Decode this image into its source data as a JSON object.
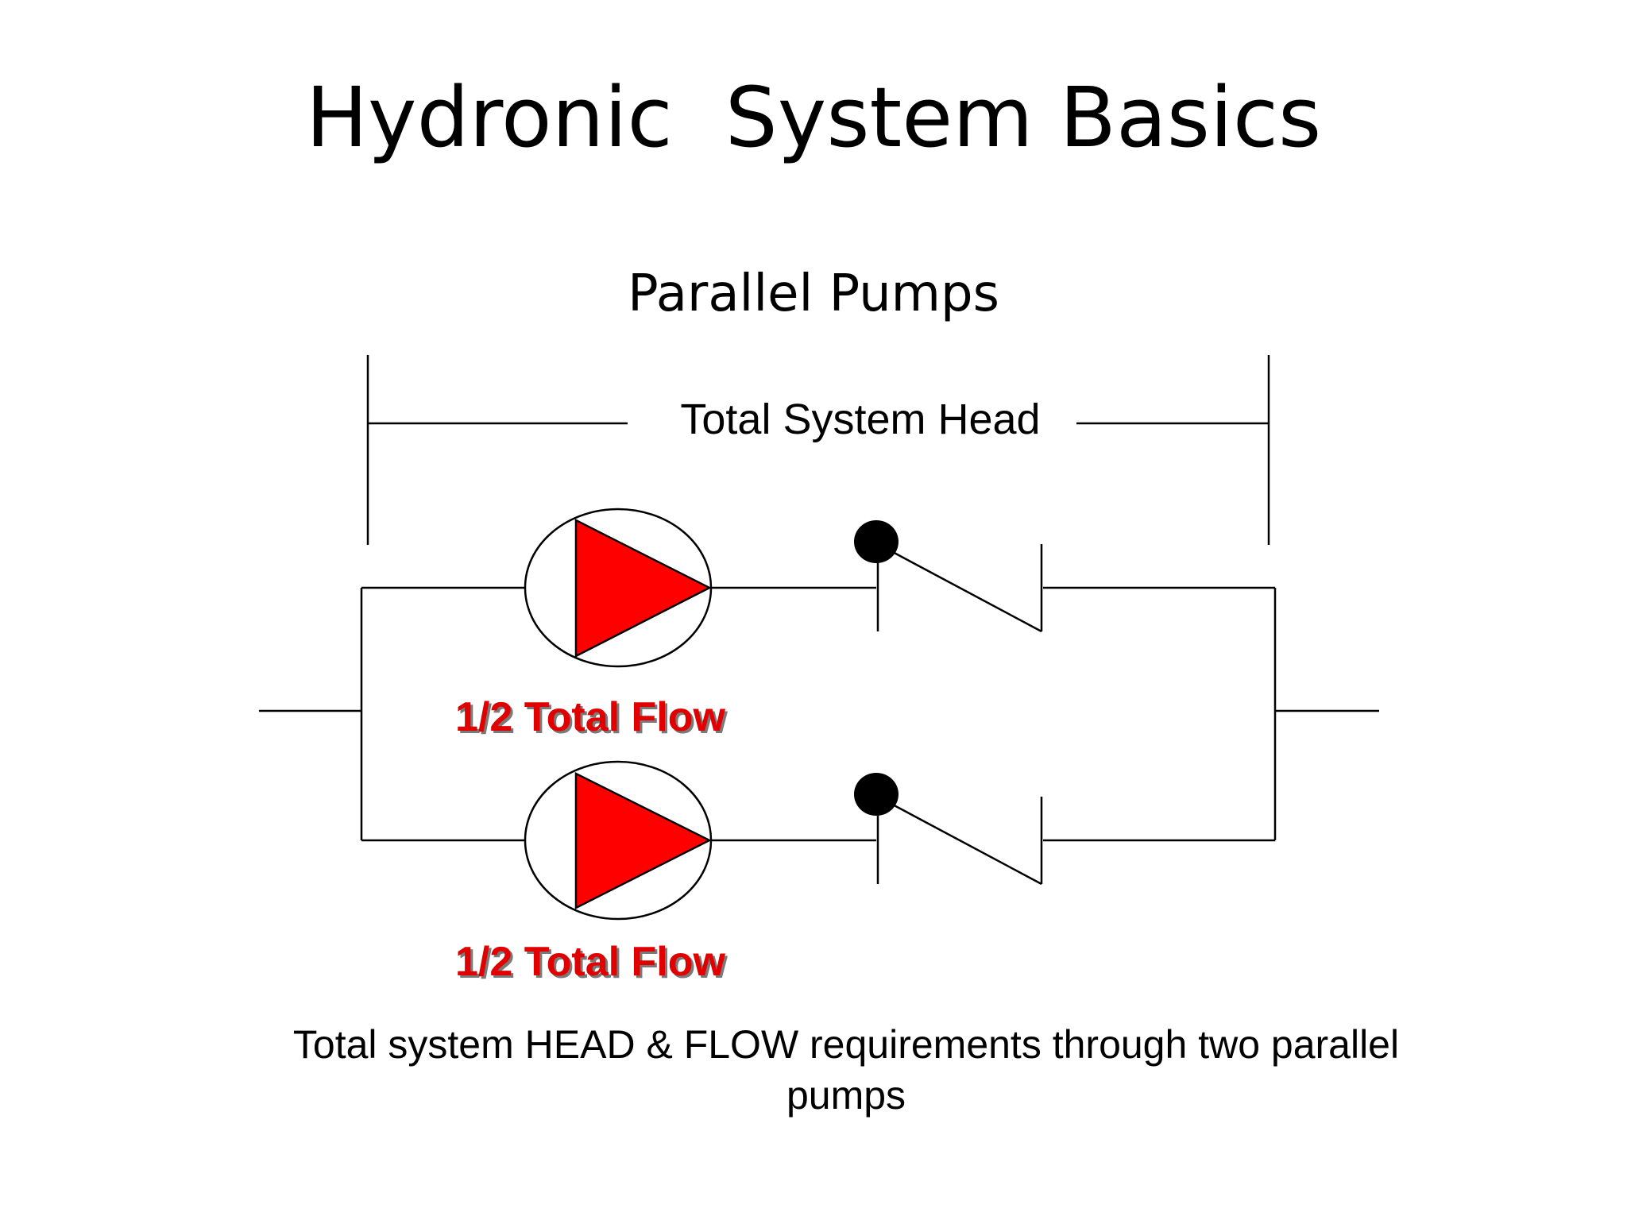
{
  "slide": {
    "title": "Hydronic  System Basics",
    "subtitle": "Parallel Pumps",
    "caption": "Total system HEAD & FLOW requirements through two parallel pumps"
  },
  "diagram": {
    "head_label": "Total System Head",
    "pumps": [
      {
        "flow_label": "1/2 Total Flow"
      },
      {
        "flow_label": "1/2 Total Flow"
      }
    ],
    "colors": {
      "pump_triangle": "#ff0000",
      "flow_label": "#e00000",
      "line": "#000000"
    }
  }
}
